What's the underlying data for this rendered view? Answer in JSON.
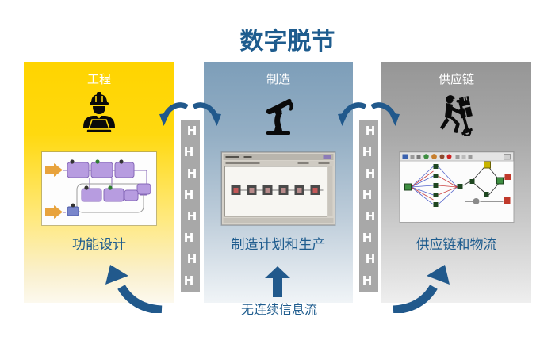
{
  "title": "数字脱节",
  "columns": [
    {
      "id": "engineering",
      "header": "工程",
      "caption": "功能设计",
      "icon": "engineer-at-laptop-icon",
      "thumbnail": "engineering-flowchart-screenshot"
    },
    {
      "id": "manufacturing",
      "header": "制造",
      "caption": "制造计划和生产",
      "icon": "robot-arm-icon",
      "thumbnail": "manufacturing-software-screenshot"
    },
    {
      "id": "supply_chain",
      "header": "供应链",
      "caption": "供应链和物流",
      "icon": "hand-truck-worker-icon",
      "thumbnail": "supply-network-screenshot"
    }
  ],
  "bottom_label": "无连续信息流",
  "barrier": {
    "glyph": "H"
  },
  "colors": {
    "accent_blue": "#1E5C8E",
    "engineering_yellow": "#FFD400",
    "manufacturing_steel_blue": "#7D9EB9",
    "supply_gray": "#969696",
    "barrier_gray": "#A8A8A8",
    "icon_black": "#0A0A0A"
  }
}
